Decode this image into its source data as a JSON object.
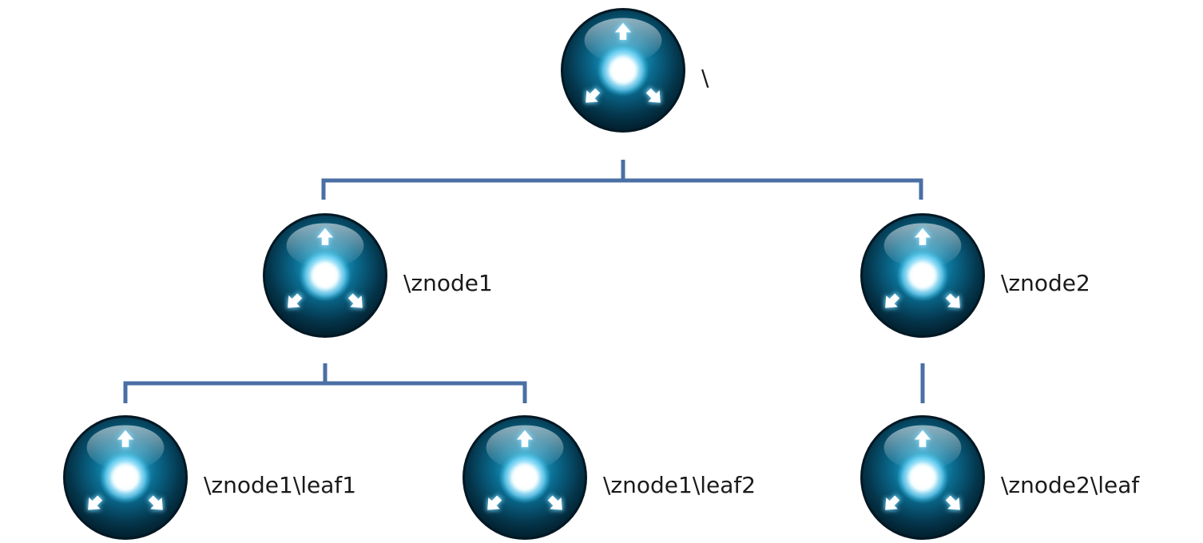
{
  "diagram": {
    "type": "tree",
    "connector_color": "#4a6fa5",
    "orb_colors": {
      "dark": "#02202e",
      "mid": "#0a6a8e",
      "light": "#2ec0ea",
      "glow": "#ffffff"
    },
    "nodes": [
      {
        "id": "root",
        "label": "\\",
        "icon": "znode-orb-icon"
      },
      {
        "id": "znode1",
        "label": "\\znode1",
        "parent": "root",
        "icon": "znode-orb-icon"
      },
      {
        "id": "znode2",
        "label": "\\znode2",
        "parent": "root",
        "icon": "znode-orb-icon"
      },
      {
        "id": "leaf1",
        "label": "\\znode1\\leaf1",
        "parent": "znode1",
        "icon": "znode-orb-icon"
      },
      {
        "id": "leaf2",
        "label": "\\znode1\\leaf2",
        "parent": "znode1",
        "icon": "znode-orb-icon"
      },
      {
        "id": "leaf3",
        "label": "\\znode2\\leaf",
        "parent": "znode2",
        "icon": "znode-orb-icon"
      }
    ]
  }
}
